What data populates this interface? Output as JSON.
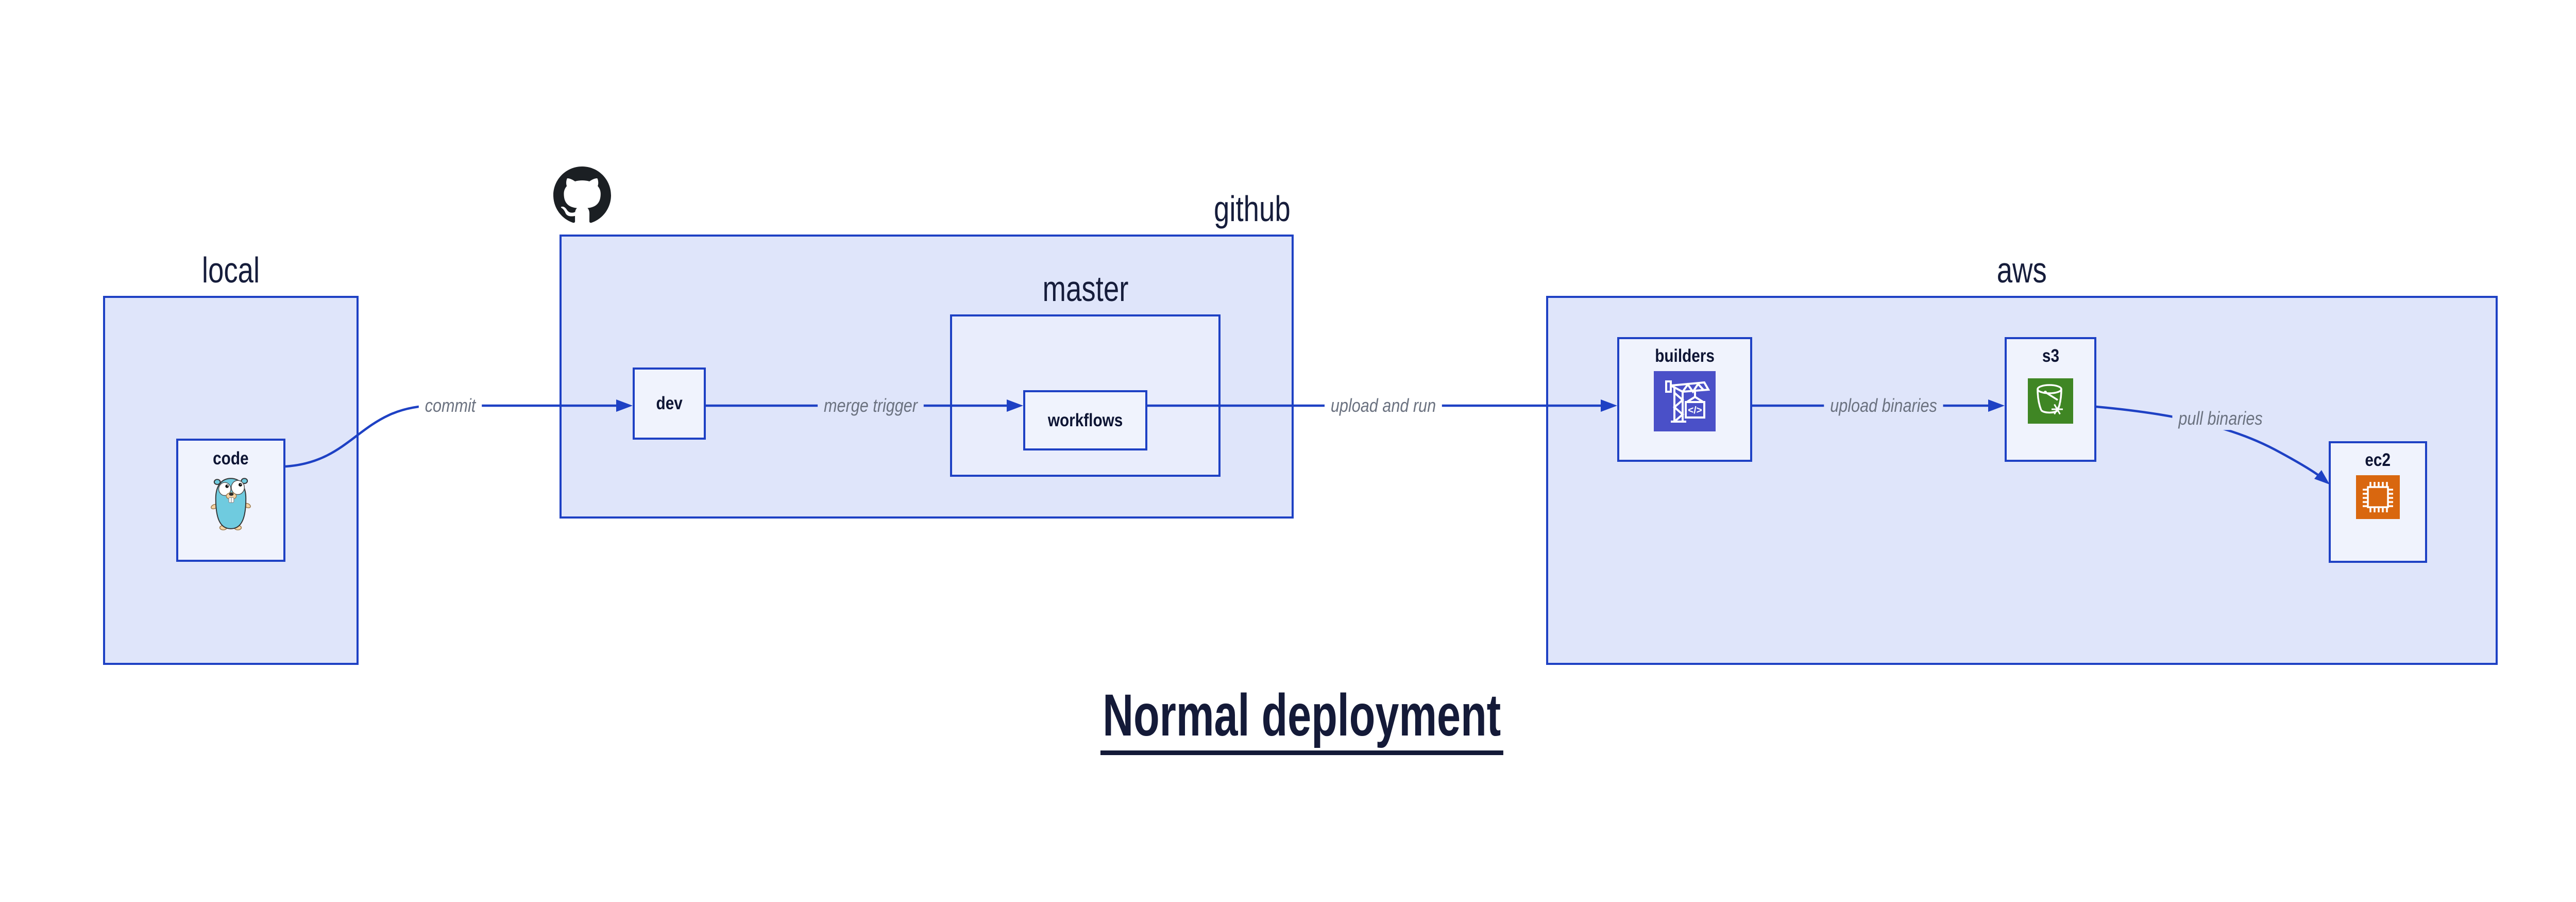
{
  "title": "Normal deployment",
  "containers": {
    "local": {
      "label": "local"
    },
    "github": {
      "label": "github"
    },
    "master": {
      "label": "master"
    },
    "aws": {
      "label": "aws"
    }
  },
  "nodes": {
    "code": {
      "label": "code"
    },
    "dev": {
      "label": "dev"
    },
    "workflows": {
      "label": "workflows"
    },
    "builders": {
      "label": "builders"
    },
    "s3": {
      "label": "s3"
    },
    "ec2": {
      "label": "ec2"
    }
  },
  "edges": {
    "commit": {
      "label": "commit",
      "from": "code",
      "to": "dev"
    },
    "merge_trigger": {
      "label": "merge trigger",
      "from": "dev",
      "to": "workflows"
    },
    "upload_and_run": {
      "label": "upload and run",
      "from": "workflows",
      "to": "builders"
    },
    "upload_binaries": {
      "label": "upload binaries",
      "from": "builders",
      "to": "s3"
    },
    "pull_binaries": {
      "label": "pull binaries",
      "from": "s3",
      "to": "ec2"
    }
  },
  "icons": {
    "github": "github-octocat-logo",
    "code": "go-gopher-mascot",
    "builders": "aws-codebuild-crane",
    "s3": "aws-s3-glacier-bucket",
    "ec2": "aws-ec2-chip"
  },
  "colors": {
    "border_blue": "#1E41C4",
    "container_fill": "#DFE5FA",
    "master_fill": "#E9EDFC",
    "node_fill": "#F0F3FD",
    "edge_line": "#1E41C4",
    "edge_label_gray": "#6B7280",
    "label_navy": "#0E1534",
    "title_navy": "#141A38",
    "codebuild_icon_bg": "#4A50C8",
    "s3_icon_bg": "#3F8624",
    "ec2_icon_bg": "#D9670F",
    "github_logo": "#1B1F23",
    "gopher_body": "#6FCBDF"
  }
}
